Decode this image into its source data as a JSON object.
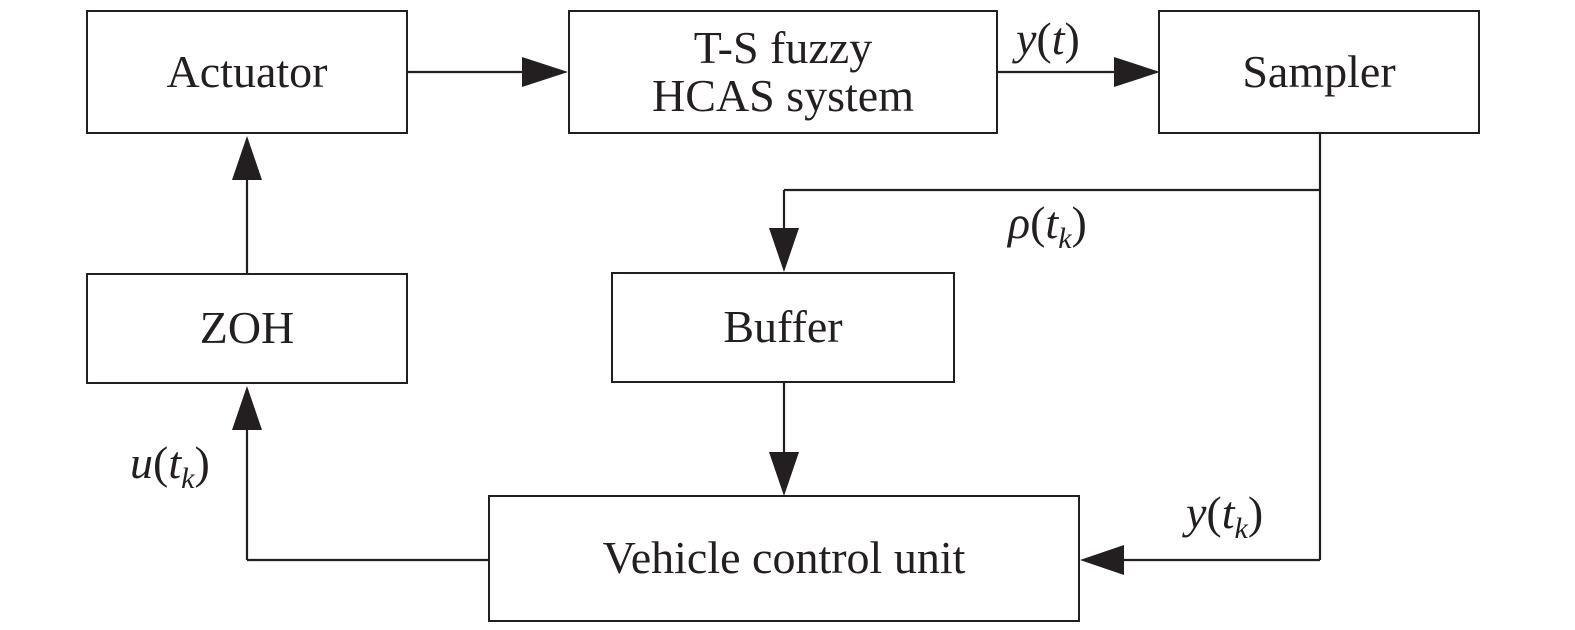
{
  "blocks": {
    "actuator": "Actuator",
    "plant_line1": "T-S fuzzy",
    "plant_line2": "HCAS system",
    "sampler": "Sampler",
    "zoh": "ZOH",
    "buffer": "Buffer",
    "vcu": "Vehicle control unit"
  },
  "signals": {
    "y_t": {
      "func": "y",
      "arg": "t"
    },
    "rho_tk": {
      "func": "ρ",
      "arg": "t",
      "sub": "k"
    },
    "u_tk": {
      "func": "u",
      "arg": "t",
      "sub": "k"
    },
    "y_tk": {
      "func": "y",
      "arg": "t",
      "sub": "k"
    }
  },
  "colors": {
    "stroke": "#231f20",
    "background": "#ffffff"
  }
}
